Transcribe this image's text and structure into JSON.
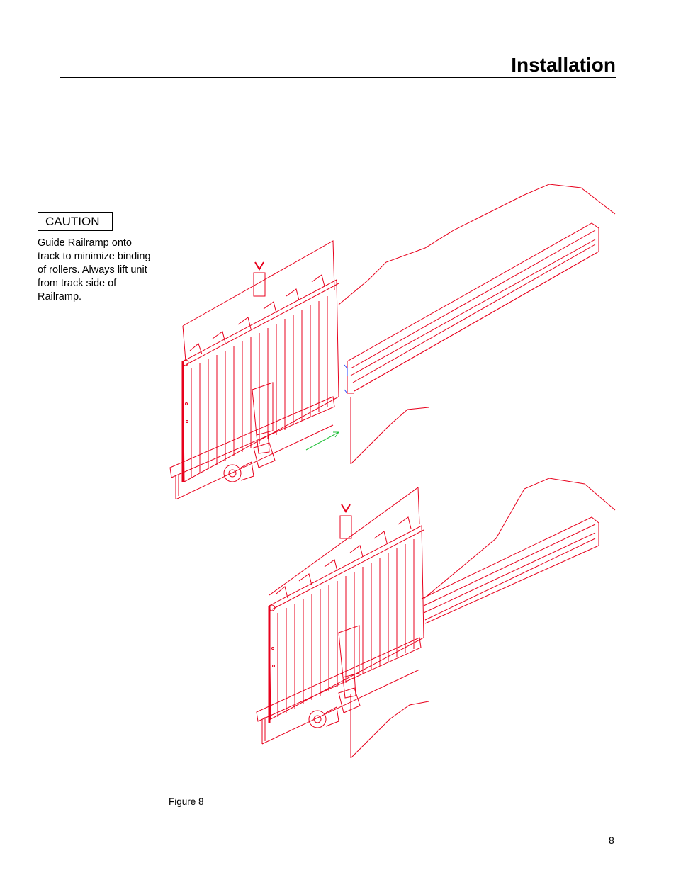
{
  "header": {
    "title": "Installation"
  },
  "caution": {
    "label": "CAUTION",
    "lines": [
      "Guide Railramp onto",
      "track to minimize binding",
      "of rollers.  Always lift unit",
      "from track side of",
      "Railramp."
    ]
  },
  "figure": {
    "caption": "Figure 8",
    "drawing_color": "#e8001c",
    "arrow_color": "#22c03a",
    "accent_color": "#2040ff"
  },
  "footer": {
    "page_number": "8"
  }
}
